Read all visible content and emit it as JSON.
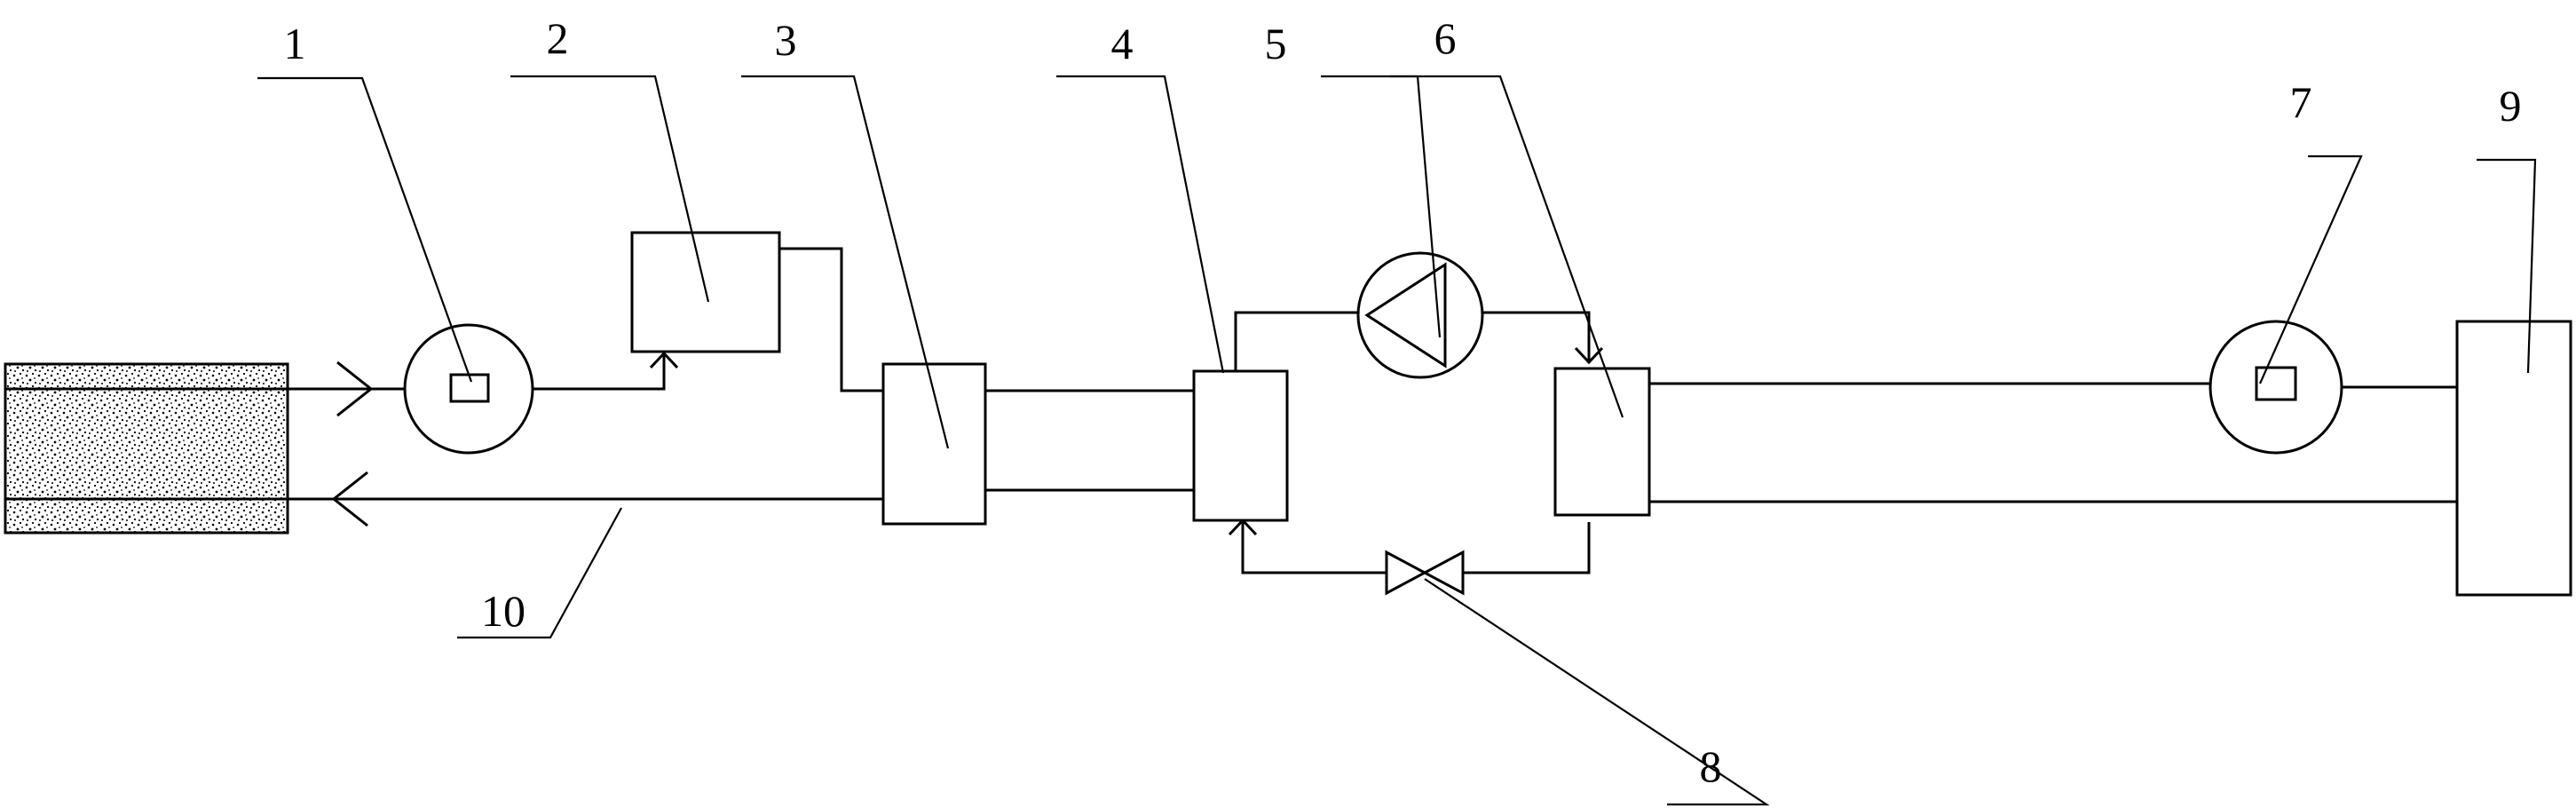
{
  "diagram": {
    "labels": {
      "l1": "1",
      "l2": "2",
      "l3": "3",
      "l4": "4",
      "l5": "5",
      "l6": "6",
      "l7": "7",
      "l8": "8",
      "l9": "9",
      "l10": "10"
    }
  }
}
